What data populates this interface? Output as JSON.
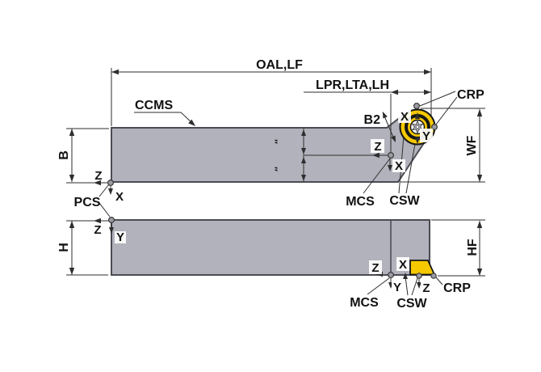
{
  "diagram": {
    "kind": "technical-drawing",
    "subject": "tool holder dimension drawing, top view and side view",
    "colors": {
      "body_fill": "#b2b2bc",
      "body_outline": "#4b4b54",
      "insert_yellow": "#f6c800",
      "dimension_line": "#2e2e2e",
      "text": "#111111",
      "marker_fill": "#9b9ba3",
      "background": "#ffffff"
    },
    "labels": {
      "oal": "OAL,LF",
      "lpr": "LPR,LTA,LH",
      "ccms": "CCMS",
      "crp": "CRP",
      "b2": "B2",
      "wf": "WF",
      "b": "B",
      "pcs": "PCS",
      "mcs": "MCS",
      "csw": "CSW",
      "h": "H",
      "hf": "HF",
      "x": "X",
      "y": "Y",
      "z": "Z",
      "equal_mark": "″"
    }
  }
}
